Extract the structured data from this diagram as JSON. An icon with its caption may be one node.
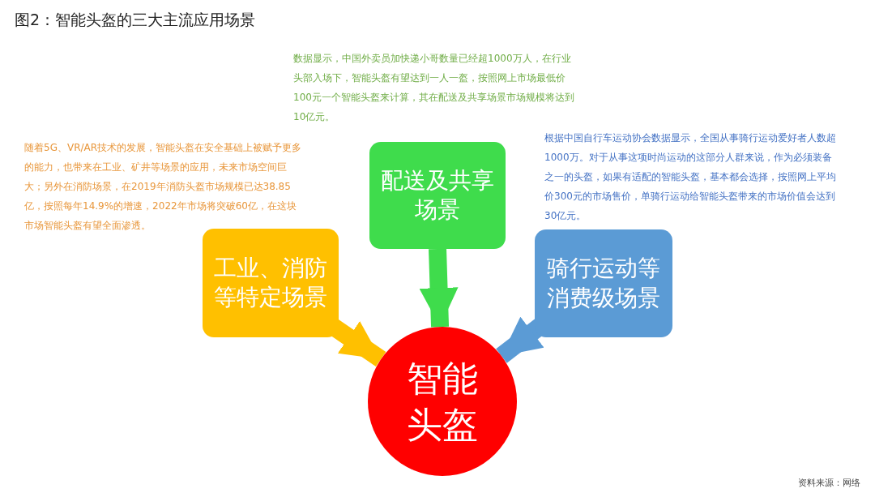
{
  "diagram": {
    "title": "图2：智能头盔的三大主流应用场景",
    "caption": "资料来源：网络",
    "nodes": [
      {
        "text": [
          "工业、消防等特定场景"
        ],
        "beside": [
          "随着5G、VR/AR技术的发展，智能头盔在安全基础上被赋予更多的能力，也带来在工业、矿井等场景的应用，未来市场空间巨大；另外在消防场景，在2019年消防头盔市场规模已达38.85亿，按照每年14.9%的增速，2022年市场将突破60亿，在这块市场智能头盔有望全面渗透。"
        ]
      },
      {
        "text": [
          "配送及共享场景"
        ],
        "beside": [
          "数据显示，中国外卖员加快递小哥数量已经超1000万人，在行业头部入场下，智能头盔有望达到一人一盔，按照网上市场最低价100元一个智能头盔来计算，其在配送及共享场景市场规模将达到10亿元。"
        ]
      },
      {
        "text": [
          "骑行运动等消费级场景"
        ],
        "beside": [
          "根据中国自行车运动协会数据显示，全国从事骑行运动爱好者人数超1000万。对于从事这项时尚运动的这部分人群来说，作为必须装备之一的头盔，如果有适配的智能头盔，基本都会选择，按照网上平均价300元的市场售价，单骑行运动给智能头盔带来的市场价值会达到30亿元。"
        ]
      },
      {
        "text": [
          "智能头盔"
        ]
      }
    ],
    "edges": [
      {
        "from": 0,
        "to": 3,
        "arrow": "to",
        "color": "#ffc000"
      },
      {
        "from": 1,
        "to": 3,
        "arrow": "to",
        "color": "#3fdc4c"
      },
      {
        "from": 2,
        "to": 3,
        "arrow": "to",
        "color": "#5b9bd5"
      }
    ]
  }
}
